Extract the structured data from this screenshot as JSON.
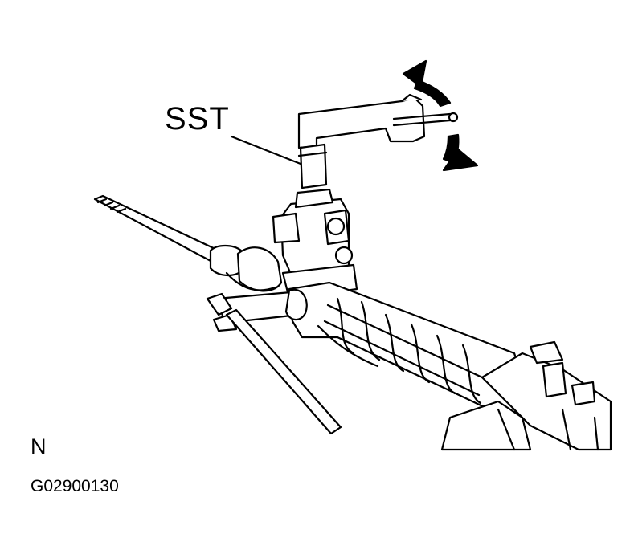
{
  "labels": {
    "sst": "SST",
    "n": "N",
    "figure_code": "G02900130"
  },
  "colors": {
    "line": "#000000",
    "fill": "#ffffff"
  }
}
